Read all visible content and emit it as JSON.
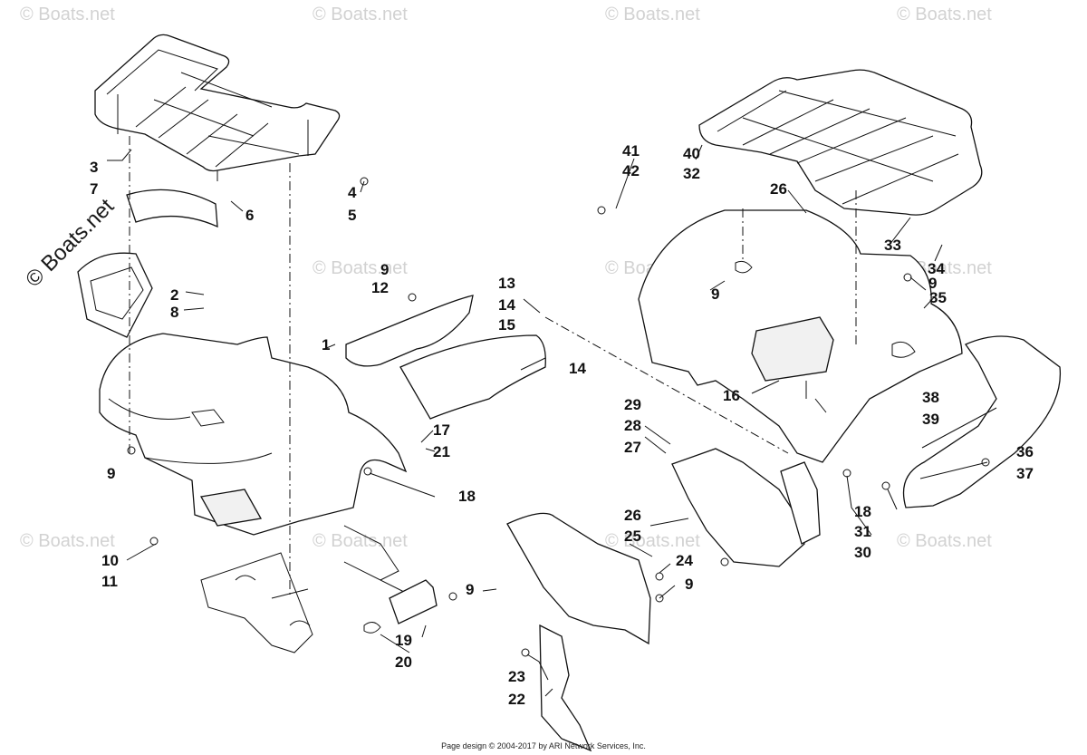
{
  "watermark": {
    "text": "© Boats.net"
  },
  "footer": {
    "text": "Page design © 2004-2017 by ARI Network Services, Inc."
  },
  "callouts": {
    "c1": "1",
    "c2": "2",
    "c3": "3",
    "c4": "4",
    "c5": "5",
    "c6": "6",
    "c7": "7",
    "c8": "8",
    "c9": "9",
    "c10": "10",
    "c11": "11",
    "c12": "12",
    "c13": "13",
    "c14": "14",
    "c15": "15",
    "c16": "16",
    "c17": "17",
    "c18": "18",
    "c19": "19",
    "c20": "20",
    "c21": "21",
    "c22": "22",
    "c23": "23",
    "c24": "24",
    "c25": "25",
    "c26": "26",
    "c27": "27",
    "c28": "28",
    "c29": "29",
    "c30": "30",
    "c31": "31",
    "c32": "32",
    "c33": "33",
    "c34": "34",
    "c35": "35",
    "c36": "36",
    "c37": "37",
    "c38": "38",
    "c39": "39",
    "c40": "40",
    "c41": "41",
    "c42": "42"
  }
}
